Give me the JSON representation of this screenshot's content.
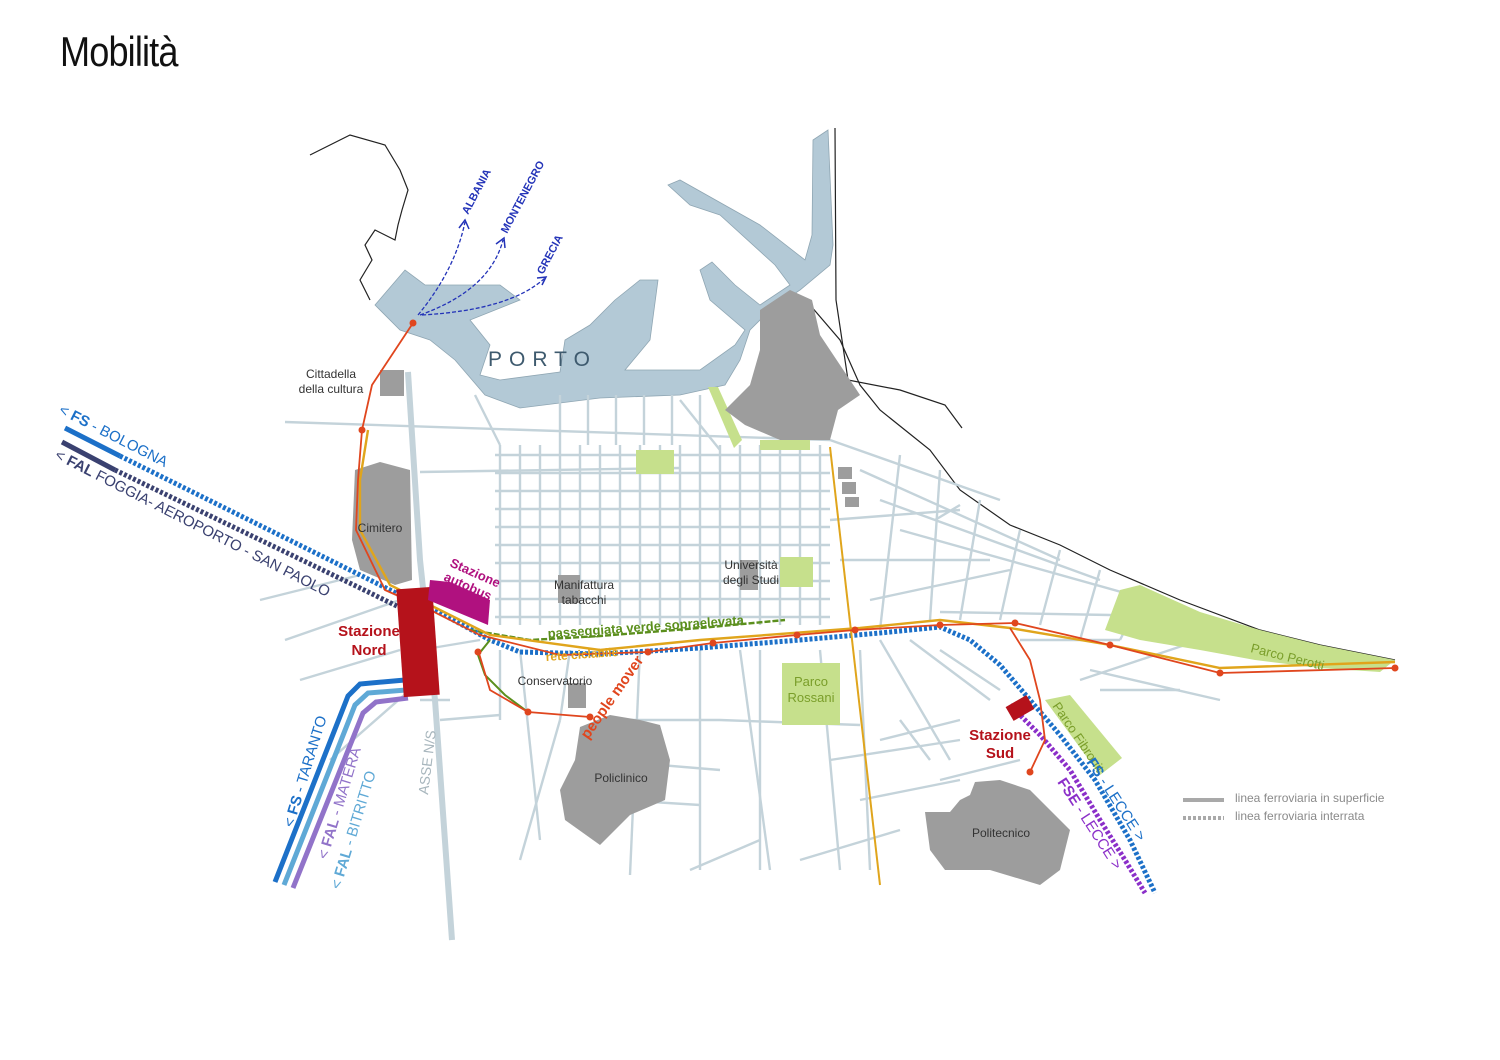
{
  "title": "Mobilità",
  "colors": {
    "street": "#c4d3da",
    "water": "#b3c9d6",
    "building": "#9d9d9d",
    "park": "#c6e08c",
    "station": "#b5121b",
    "bus_station": "#b0117f",
    "fs": "#1c70c8",
    "fal": "#3a4170",
    "fal_light": "#5fa9d6",
    "fal_purple": "#9173c9",
    "fse": "#8b2fc9",
    "people_mover": "#e0461e",
    "green_walk": "#5b8f1d",
    "bike": "#e0a51c",
    "ferry": "#2333b8"
  },
  "ferry_routes": {
    "albania": "ALBANIA",
    "montenegro": "MONTENEGRO",
    "grecia": "GRECIA"
  },
  "places": {
    "porto": "PORTO",
    "cittadella_1": "Cittadella",
    "cittadella_2": "della cultura",
    "cimitero": "Cimitero",
    "manifattura_1": "Manifattura",
    "manifattura_2": "tabacchi",
    "universita_1": "Università",
    "universita_2": "degli Studi",
    "conservatorio": "Conservatorio",
    "policlinico": "Policlinico",
    "politecnico": "Politecnico",
    "parco_rossani_1": "Parco",
    "parco_rossani_2": "Rossani",
    "parco_perotti": "Parco   Perotti",
    "parco_fibronit": "Parco   Fibronit",
    "asse": "ASSE N/S"
  },
  "stations": {
    "nord_1": "Stazione",
    "nord_2": "Nord",
    "sud_1": "Stazione",
    "sud_2": "Sud",
    "autobus_1": "Stazione",
    "autobus_2": "autobus"
  },
  "lines": {
    "fs_bologna": {
      "prefix": "< ",
      "brand": "FS",
      "rest": " - BOLOGNA"
    },
    "fal_foggia": {
      "prefix": "< ",
      "brand": "FAL",
      "rest": " FOGGIA- AEROPORTO - SAN PAOLO"
    },
    "fs_taranto": {
      "prefix": "< ",
      "brand": "FS",
      "rest": " - TARANTO"
    },
    "fal_matera": {
      "prefix": "< ",
      "brand": "FAL",
      "rest": " - MATERA"
    },
    "fal_bitritto": {
      "prefix": "< ",
      "brand": "FAL",
      "rest": " - BITRITTO"
    },
    "fs_lecce": {
      "brand": "FS",
      "rest": " - LECCE >"
    },
    "fse_lecce": {
      "brand": "FSE",
      "rest": " - LECCE >"
    },
    "passeggiata": "passeggiata verde sopraelevata",
    "rete_ciclabile": "rete ciclabile",
    "people_mover": "people mover"
  },
  "legend": {
    "surface": "linea ferroviaria in superficie",
    "underground": "linea ferroviaria interrata"
  }
}
